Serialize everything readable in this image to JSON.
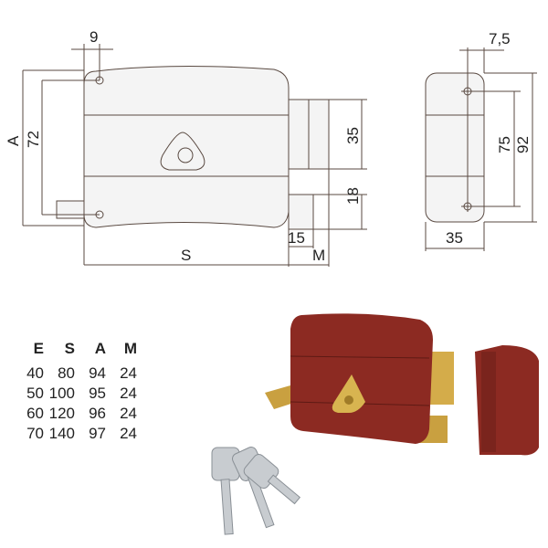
{
  "drawing": {
    "front_dims": {
      "top_hole_offset": "9",
      "height_label": "A",
      "hole_spacing": "72",
      "upper_bolt": "35",
      "lower_bolt": "18",
      "bolt_projection": "15",
      "width_label": "S",
      "m_label": "M"
    },
    "side_dims": {
      "hole_offset": "7,5",
      "hole_spacing": "75",
      "height": "92",
      "depth": "35"
    }
  },
  "table": {
    "headers": [
      "E",
      "S",
      "A",
      "M"
    ],
    "rows": [
      [
        "40",
        "80",
        "94",
        "24"
      ],
      [
        "50",
        "100",
        "95",
        "24"
      ],
      [
        "60",
        "120",
        "96",
        "24"
      ],
      [
        "70",
        "140",
        "97",
        "24"
      ]
    ]
  },
  "colors": {
    "line": "#5a4a42",
    "drawing_fill": "#f4f4f4",
    "lock_body": "#8c2a22",
    "brass": "#c9a040",
    "steel": "#c8ccd0"
  }
}
